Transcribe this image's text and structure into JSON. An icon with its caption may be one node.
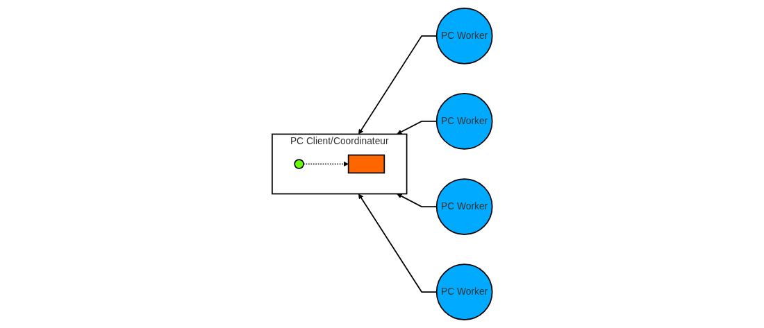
{
  "diagram": {
    "nodes": [
      {
        "text": [
          "PC Client/Coordinateur"
        ]
      },
      {
        "text": [],
        "shape": "circle",
        "in": 0
      },
      {
        "text": [],
        "shape": "bar",
        "in": 0
      },
      {
        "text": [
          "PC Worker"
        ]
      },
      {
        "text": [
          "PC Worker"
        ]
      },
      {
        "text": [
          "PC Worker"
        ]
      },
      {
        "text": [
          "PC Worker"
        ]
      }
    ],
    "edges": [
      {
        "from": 1,
        "to": 2,
        "arrow": "to",
        "style": "dashed"
      },
      {
        "from": 3,
        "to": 0,
        "arrow": "to"
      },
      {
        "from": 4,
        "to": 0,
        "arrow": "to"
      },
      {
        "from": 5,
        "to": 0,
        "arrow": "to"
      },
      {
        "from": 6,
        "to": 0,
        "arrow": "to"
      }
    ]
  }
}
